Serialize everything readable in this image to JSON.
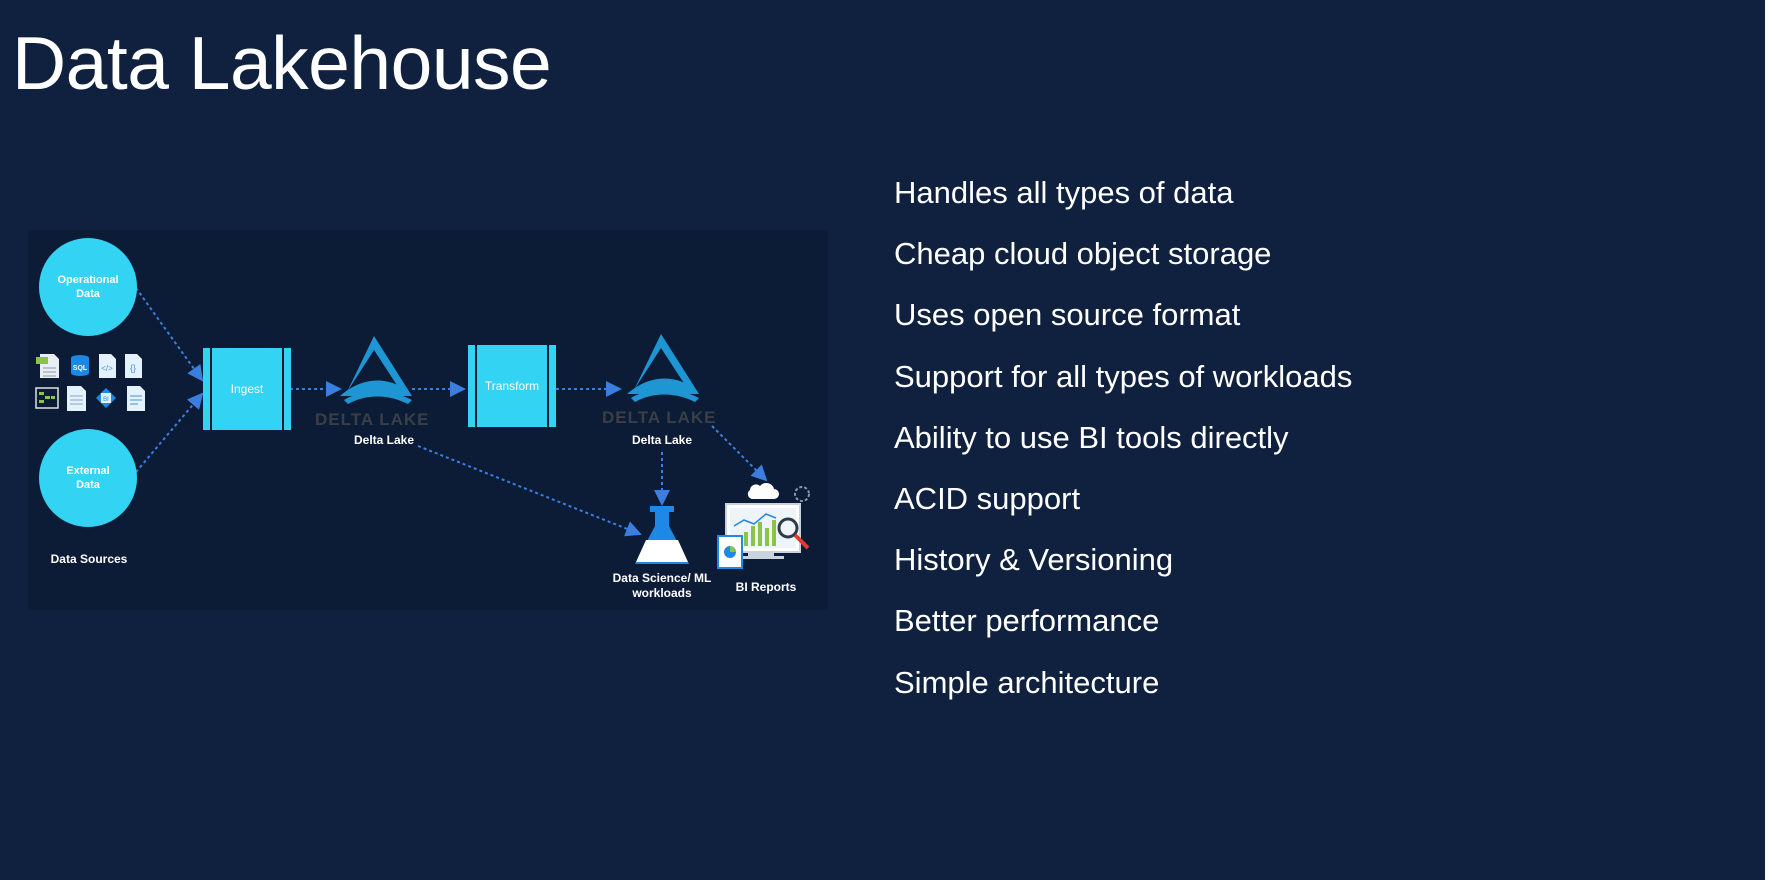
{
  "title": "Data Lakehouse",
  "diagram": {
    "operational": "Operational\nData",
    "external": "External\nData",
    "data_sources": "Data Sources",
    "ingest": "Ingest",
    "transform": "Transform",
    "delta_lake_1": "Delta Lake",
    "delta_lake_2": "Delta Lake",
    "delta_wordmark": "DELTA LAKE",
    "ds_ml": "Data Science/ ML\nworkloads",
    "bi_reports": "BI Reports",
    "file_icons": [
      "csv-file",
      "sql-file",
      "code-file",
      "json-file",
      "parquet-file",
      "document-file",
      "bi-file",
      "text-file"
    ]
  },
  "bullets": [
    "Handles all types of data",
    "Cheap cloud object storage",
    "Uses open source format",
    "Support for all types of workloads",
    "Ability to use BI tools directly",
    "ACID support",
    "History & Versioning",
    "Better performance",
    "Simple architecture"
  ],
  "colors": {
    "background": "#10213f",
    "node": "#33d3f3",
    "delta": "#1e96d4",
    "arrow": "#3a7fe0"
  }
}
